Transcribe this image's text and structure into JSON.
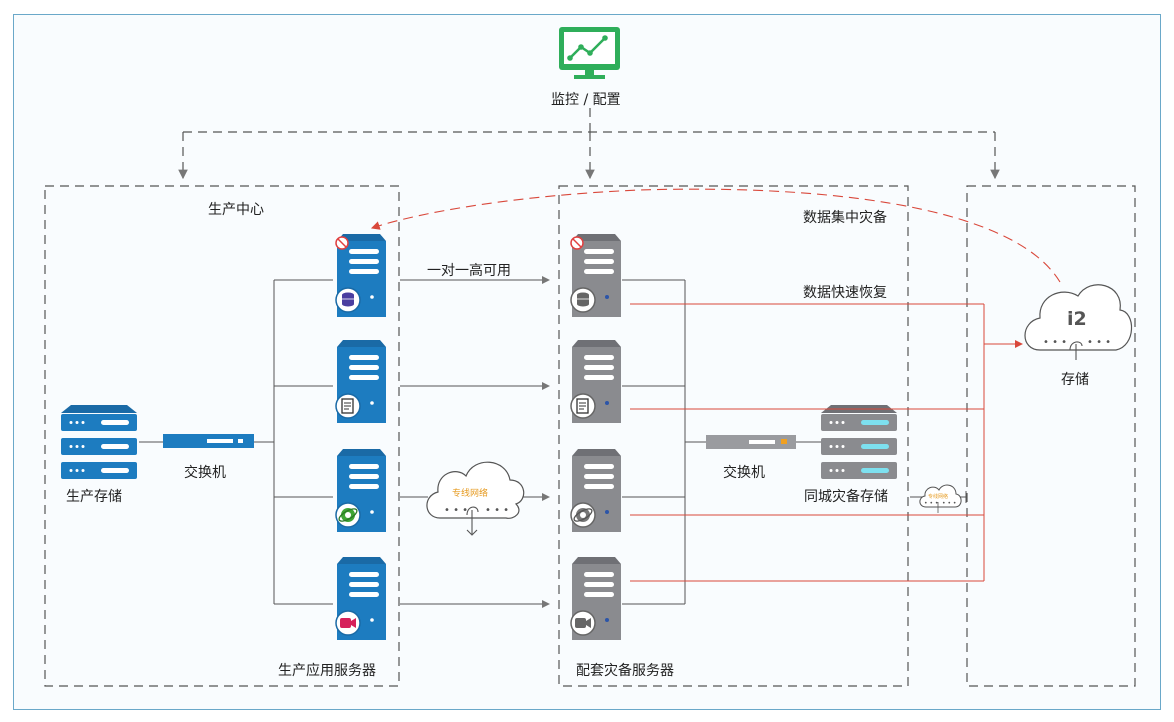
{
  "labels": {
    "monitor": "监控 / 配置",
    "production_center": "生产中心",
    "production_storage": "生产存储",
    "switch_left": "交换机",
    "production_servers": "生产应用服务器",
    "ha": "一对一高可用",
    "dedicated_network": "专线网络",
    "dr_servers": "配套灾备服务器",
    "switch_right": "交换机",
    "local_dr_storage": "同城灾备存储",
    "small_cloud": "专线网络",
    "data_centralized_dr": "数据集中灾备",
    "data_fast_recovery": "数据快速恢复",
    "cloud_brand": "i2",
    "storage": "存储"
  },
  "colors": {
    "server_blue": "#1d7cc0",
    "server_gray": "#8a8b8f",
    "red_line": "#d9483b",
    "dashed_box": "#555555",
    "monitor_green": "#2fae5a",
    "cloud_label": "#e69a1f"
  },
  "icons": {
    "monitor": "monitor-chart-icon",
    "server_badges": [
      "database-icon",
      "document-icon",
      "browser-icon",
      "video-icon"
    ]
  }
}
